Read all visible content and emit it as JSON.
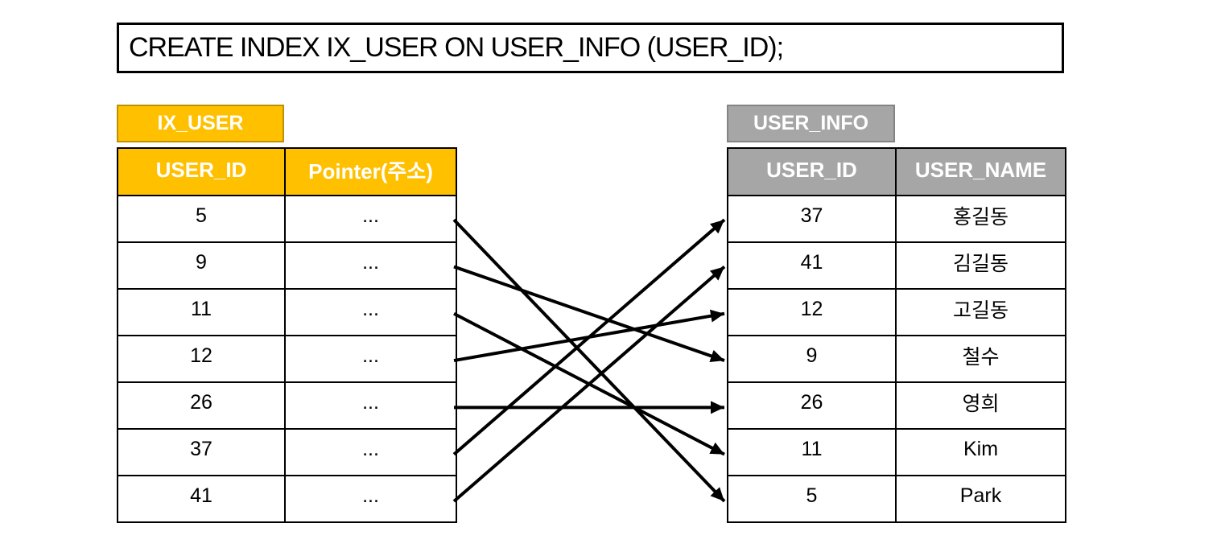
{
  "title": "CREATE INDEX IX_USER ON USER_INFO (USER_ID);",
  "colors": {
    "index_fill": "#FFC000",
    "index_tab_border": "#BF9000",
    "info_fill": "#A6A6A6",
    "info_tab_border": "#848484",
    "arrow": "#000000",
    "header_text": "#FFFFFF",
    "body_text": "#000000"
  },
  "index_table": {
    "tab_label": "IX_USER",
    "columns": [
      "USER_ID",
      "Pointer(주소)"
    ],
    "rows": [
      {
        "user_id": "5",
        "pointer": "..."
      },
      {
        "user_id": "9",
        "pointer": "..."
      },
      {
        "user_id": "11",
        "pointer": "..."
      },
      {
        "user_id": "12",
        "pointer": "..."
      },
      {
        "user_id": "26",
        "pointer": "..."
      },
      {
        "user_id": "37",
        "pointer": "..."
      },
      {
        "user_id": "41",
        "pointer": "..."
      }
    ]
  },
  "user_info_table": {
    "tab_label": "USER_INFO",
    "columns": [
      "USER_ID",
      "USER_NAME"
    ],
    "rows": [
      {
        "user_id": "37",
        "user_name": "홍길동"
      },
      {
        "user_id": "41",
        "user_name": "김길동"
      },
      {
        "user_id": "12",
        "user_name": "고길동"
      },
      {
        "user_id": "9",
        "user_name": "철수"
      },
      {
        "user_id": "26",
        "user_name": "영희"
      },
      {
        "user_id": "11",
        "user_name": "Kim"
      },
      {
        "user_id": "5",
        "user_name": "Park"
      }
    ]
  },
  "arrows": [
    {
      "user_id": "5",
      "from_row": 1,
      "to_row": 7
    },
    {
      "user_id": "9",
      "from_row": 2,
      "to_row": 4
    },
    {
      "user_id": "11",
      "from_row": 3,
      "to_row": 6
    },
    {
      "user_id": "12",
      "from_row": 4,
      "to_row": 3
    },
    {
      "user_id": "26",
      "from_row": 5,
      "to_row": 5
    },
    {
      "user_id": "37",
      "from_row": 6,
      "to_row": 1
    },
    {
      "user_id": "41",
      "from_row": 7,
      "to_row": 2
    }
  ]
}
